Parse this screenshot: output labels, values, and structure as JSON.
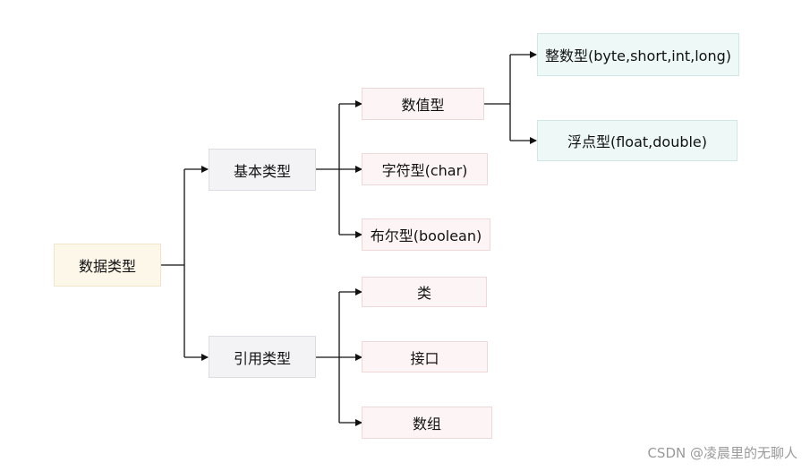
{
  "nodes": {
    "root": "数据类型",
    "basic": "基本类型",
    "reference": "引用类型",
    "numeric": "数值型",
    "char_type": "字符型(char)",
    "boolean_type": "布尔型(boolean)",
    "integer": "整数型(byte,short,int,long)",
    "float_type": "浮点型(float,double)",
    "class": "类",
    "interface": "接口",
    "array": "数组"
  },
  "colors": {
    "root_fill": "#fdf7ea",
    "root_border": "#efe5cc",
    "level1_fill": "#f3f3f5",
    "level1_border": "#dcdce2",
    "leaf_fill": "#fdf5f5",
    "leaf_border": "#f0d8d8",
    "integer_fill": "#eef8f7",
    "integer_border": "#cfe8e5",
    "connector": "#111111"
  },
  "watermark": "CSDN @凌晨里的无聊人"
}
